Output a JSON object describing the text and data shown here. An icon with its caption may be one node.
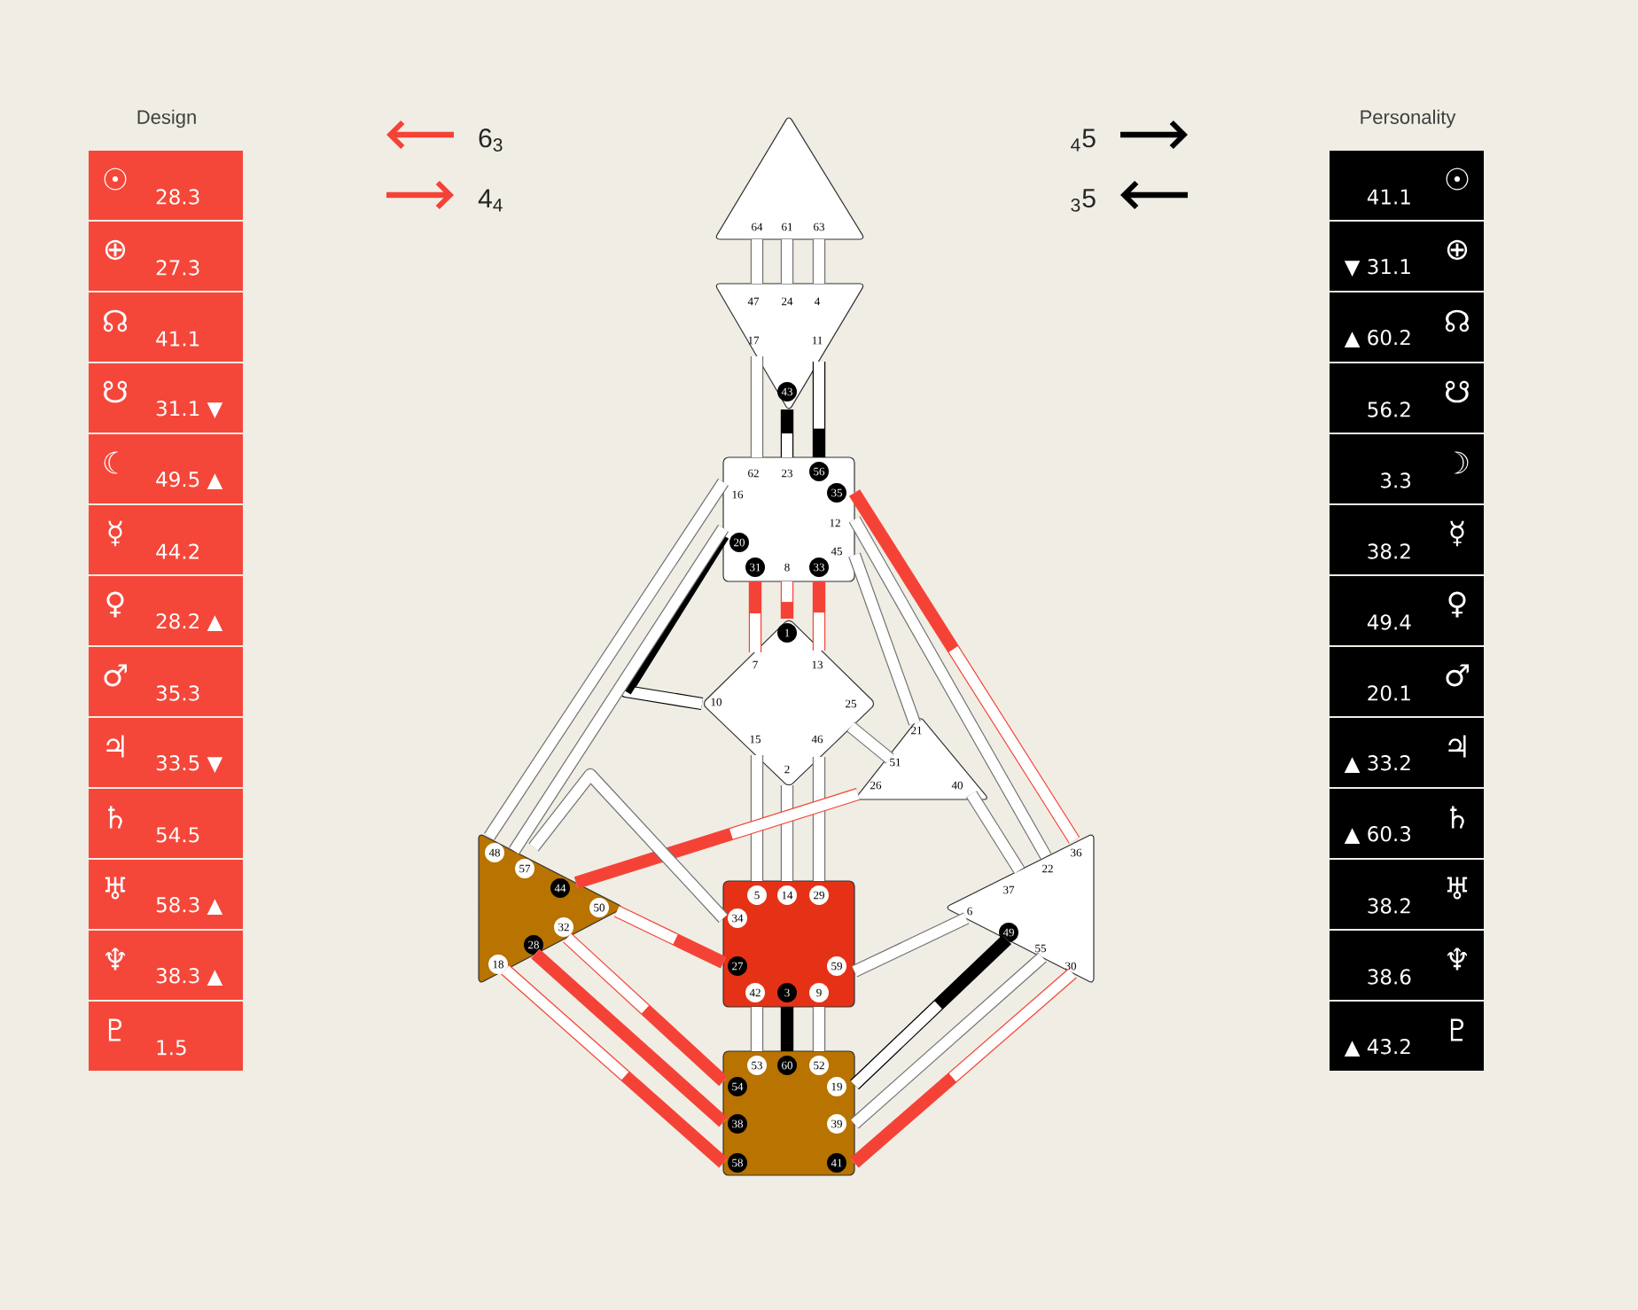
{
  "diagram": {
    "nodes": [
      {
        "text": [
          "64",
          "61",
          "63"
        ]
      },
      {
        "text": [
          "47",
          "24",
          "4",
          "17",
          "11",
          "43"
        ]
      },
      {
        "text": [
          "62",
          "23",
          "56",
          "16",
          "35",
          "12",
          "45",
          "20",
          "31",
          "8",
          "33"
        ]
      },
      {
        "text": [
          "1",
          "7",
          "13",
          "10",
          "25",
          "15",
          "46",
          "2"
        ]
      },
      {
        "text": [
          "21",
          "51",
          "26",
          "40"
        ]
      },
      {
        "text": [
          "48",
          "57",
          "44",
          "50",
          "32",
          "28",
          "18"
        ]
      },
      {
        "text": [
          "36",
          "22",
          "37",
          "6",
          "49",
          "55",
          "30"
        ]
      },
      {
        "text": [
          "5",
          "14",
          "29",
          "34",
          "27",
          "59",
          "42",
          "3",
          "9"
        ]
      },
      {
        "text": [
          "53",
          "60",
          "52",
          "54",
          "19",
          "38",
          "39",
          "58",
          "41"
        ]
      }
    ],
    "edges": [
      {
        "from": 0,
        "to": 1,
        "arrow": "none"
      },
      {
        "from": 0,
        "to": 1,
        "arrow": "none"
      },
      {
        "from": 0,
        "to": 1,
        "arrow": "none"
      },
      {
        "from": 1,
        "to": 2,
        "arrow": "none"
      },
      {
        "from": 1,
        "to": 2,
        "arrow": "none",
        "color": "#000000"
      },
      {
        "from": 2,
        "to": 1,
        "arrow": "none",
        "color": "#000000"
      },
      {
        "from": 2,
        "to": 3,
        "arrow": "none",
        "color": "#f44336"
      },
      {
        "from": 3,
        "to": 2,
        "arrow": "none",
        "color": "#f44336"
      },
      {
        "from": 2,
        "to": 3,
        "arrow": "none",
        "color": "#f44336"
      },
      {
        "from": 2,
        "to": 3,
        "arrow": "none",
        "color": "#000000"
      },
      {
        "from": 2,
        "to": 5,
        "arrow": "none"
      },
      {
        "from": 2,
        "to": 5,
        "arrow": "none"
      },
      {
        "from": 2,
        "to": 6,
        "arrow": "none",
        "color": "#f44336"
      },
      {
        "from": 2,
        "to": 6,
        "arrow": "none"
      },
      {
        "from": 2,
        "to": 4,
        "arrow": "none"
      },
      {
        "from": 3,
        "to": 4,
        "arrow": "none"
      },
      {
        "from": 3,
        "to": 7,
        "arrow": "none"
      },
      {
        "from": 3,
        "to": 7,
        "arrow": "none"
      },
      {
        "from": 3,
        "to": 7,
        "arrow": "none"
      },
      {
        "from": 5,
        "to": 4,
        "arrow": "none",
        "color": "#f44336"
      },
      {
        "from": 4,
        "to": 6,
        "arrow": "none"
      },
      {
        "from": 7,
        "to": 5,
        "arrow": "none",
        "color": "#f44336"
      },
      {
        "from": 7,
        "to": 5,
        "arrow": "none"
      },
      {
        "from": 8,
        "to": 5,
        "arrow": "none",
        "color": "#f44336"
      },
      {
        "from": 8,
        "to": 5,
        "arrow": "none",
        "color": "#f44336"
      },
      {
        "from": 8,
        "to": 5,
        "arrow": "none",
        "color": "#f44336"
      },
      {
        "from": 7,
        "to": 8,
        "arrow": "none"
      },
      {
        "from": 7,
        "to": 8,
        "arrow": "none",
        "color": "#000000"
      },
      {
        "from": 7,
        "to": 8,
        "arrow": "none"
      },
      {
        "from": 7,
        "to": 6,
        "arrow": "none"
      },
      {
        "from": 6,
        "to": 8,
        "arrow": "none",
        "color": "#000000"
      },
      {
        "from": 6,
        "to": 8,
        "arrow": "none"
      },
      {
        "from": 8,
        "to": 6,
        "arrow": "none",
        "color": "#f44336"
      }
    ],
    "labels": [
      "Design",
      "Personality",
      "6$_{3}$",
      "4$_{4}$",
      "$_{4}$5",
      "$_{3}$5",
      "☉",
      "28.3",
      "⊕",
      "27.3",
      "☊",
      "41.1",
      "☋",
      "31.1 ▼",
      "☾",
      "49.5 ▲",
      "☿",
      "44.2",
      "♀",
      "28.2 ▲",
      "♂",
      "35.3",
      "♃",
      "33.5 ▼",
      "♄",
      "54.5",
      "♅",
      "58.3 ▲",
      "♆",
      "38.3 ▲",
      "♇",
      "1.5",
      "41.1",
      "☉",
      "▼ 31.1",
      "⊕",
      "▲ 60.2",
      "☊",
      "56.2",
      "☋",
      "3.3",
      "☽",
      "38.2",
      "☿",
      "49.4",
      "♀",
      "20.1",
      "♂",
      "▲ 33.2",
      "♃",
      "▲ 60.3",
      "♄",
      "38.2",
      "♅",
      "38.6",
      "♆",
      "▲ 43.2",
      "♇"
    ]
  }
}
